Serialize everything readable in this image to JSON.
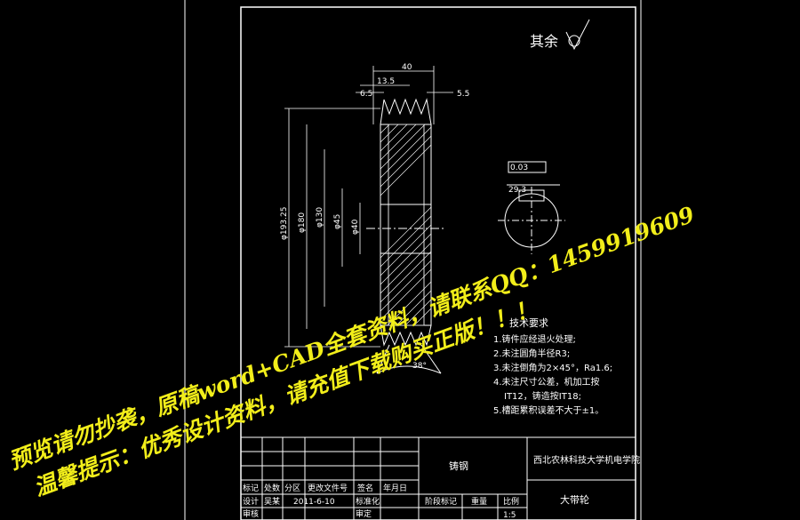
{
  "drawing": {
    "roughness_note": "其余",
    "dims": {
      "total_width": "40",
      "hub_offset": "13.5",
      "groove_pitch_left": "6.5",
      "groove_pitch_right": "5.5",
      "dia_outer": "φ193.25",
      "dia_pitch": "φ180",
      "dia_hub": "φ130",
      "dia_inner": "φ45",
      "dia_bore": "φ40",
      "groove_angle": "38°",
      "keyway_tol": "0.03",
      "key_depth": "29.3"
    },
    "notes": {
      "heading": "技术要求",
      "items": [
        "1.铸件应经退火处理;",
        "2.未注圆角半径R3;",
        "3.未注倒角为2×45°，Ra1.6;",
        "4.未注尺寸公差，机加工按",
        "IT12，铸造按IT18;",
        "5.槽距累积误差不大于±1。"
      ]
    },
    "title_block": {
      "material": "铸钢",
      "school": "西北农林科技大学机电学院",
      "part_name": "大带轮",
      "headers": [
        "标记",
        "处数",
        "分区",
        "更改文件号",
        "签名",
        "年月日"
      ],
      "row_design": [
        "设计",
        "吴某",
        "2011-6-10",
        "标准化"
      ],
      "row_check": [
        "审核",
        "审定"
      ],
      "stage_labels": [
        "阶段标记",
        "重量",
        "比例"
      ],
      "scale": "1:5"
    }
  },
  "watermark": {
    "line1": "预览请勿抄袭，原稿word+CAD全套资料，请联系QQ：1459919609",
    "line2": "温馨提示：优秀设计资料，请充值下载购买正版！！！"
  }
}
